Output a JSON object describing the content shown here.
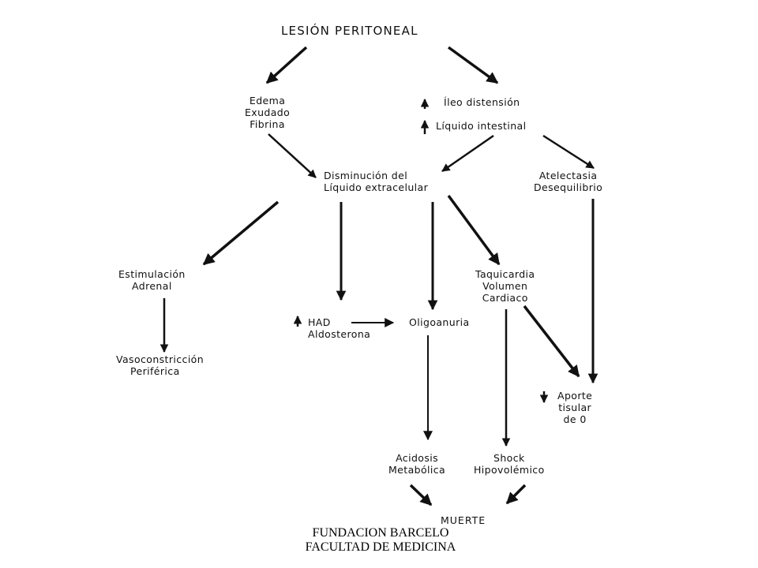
{
  "diagram": {
    "title": "LESIÓN PERITONEAL",
    "nodes": {
      "edema": [
        "Edema",
        "Exudado",
        "Fibrina"
      ],
      "ileo": "Íleo distensión",
      "liquido_intestinal": "Líquido intestinal",
      "disminucion": [
        "Disminución del",
        "Líquido extracelular"
      ],
      "atelectasia": [
        "Atelectasia",
        "Desequilibrio"
      ],
      "estimulacion": [
        "Estimulación",
        "Adrenal"
      ],
      "taquicardia": [
        "Taquicardia",
        "Volumen",
        "Cardiaco"
      ],
      "had": [
        "HAD",
        "Aldosterona"
      ],
      "oligoanuria": "Oligoanuria",
      "vasoconstriccion": [
        "Vasoconstricción",
        "Periférica"
      ],
      "aporte": [
        "Aporte",
        "tisular",
        "de 0"
      ],
      "acidosis": [
        "Acidosis",
        "Metabólica"
      ],
      "shock": [
        "Shock",
        "Hipovolémico"
      ],
      "muerte": "MUERTE"
    }
  },
  "footer": {
    "line1": "FUNDACION BARCELO",
    "line2": "FACULTAD DE MEDICINA"
  }
}
